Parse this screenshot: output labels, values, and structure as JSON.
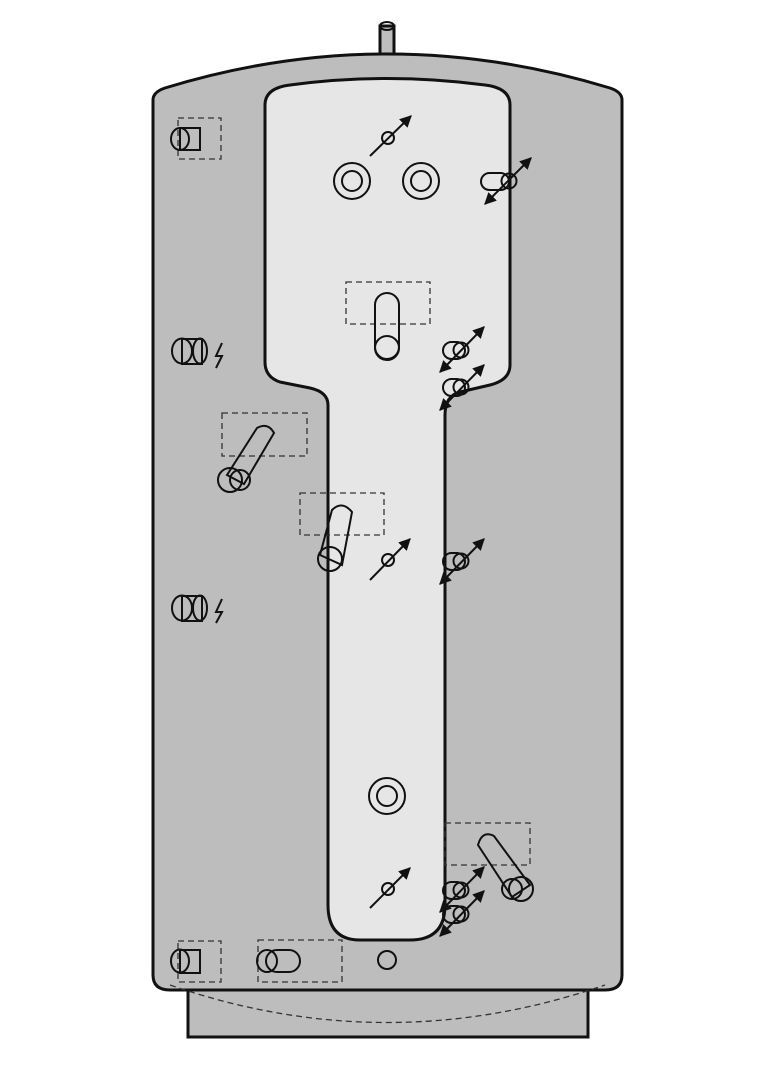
{
  "colors": {
    "tank_body": "#bdbdbd",
    "inner_cylinder": "#e6e6e6",
    "outline": "#111111",
    "pipe_fill": "#f4f4f4",
    "background": "#ffffff"
  },
  "components": {
    "tank": "tank-body",
    "inner_tank": "inner-tank",
    "top_vent": "top-vent-pipe",
    "base": "tank-base",
    "side_connections": [
      "connection-left-top",
      "connection-left-element-1",
      "connection-left-element-2",
      "connection-left-bottom"
    ],
    "heat_exchanger_coils": [
      "coil-top",
      "coil-left",
      "coil-middle",
      "coil-bottom-right"
    ],
    "sensor_ports": [
      "sensor-port-top",
      "sensor-port-middle",
      "sensor-port-bottom"
    ],
    "electric_heater_icons": [
      "electric-element-icon-1",
      "electric-element-icon-2"
    ]
  }
}
